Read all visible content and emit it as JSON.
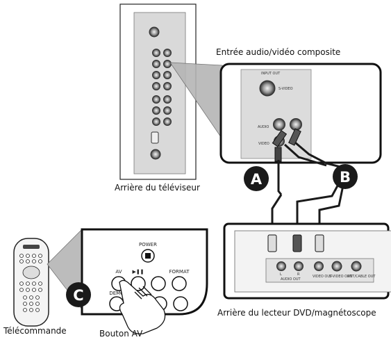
{
  "labels": {
    "composite_input": "Entrée audio/vidéo composite",
    "tv_back": "Arrière du téléviseur",
    "dvd_back": "Arrière du lecteur DVD/magnétoscope",
    "remote": "Télécommande",
    "av_button": "Bouton AV"
  },
  "badges": {
    "a": "A",
    "b": "B",
    "c": "C"
  },
  "remote_buttons": {
    "power": "POWER",
    "av": "AV",
    "play_pause": "▶❚❚",
    "format": "FORMAT",
    "demo": "DEMO"
  },
  "tv_panel": {
    "input_out": "INPUT OUT",
    "s_video": "S-VIDEO",
    "audio": "AUDIO",
    "video": "VIDEO"
  },
  "dvd_ports": {
    "left": "L",
    "right": "R",
    "audio_out": "AUDIO OUT",
    "video_out": "VIDEO OUT",
    "s_video_out": "S-VIDEO OUT",
    "ant_cable_out": "ANT/CABLE OUT"
  }
}
